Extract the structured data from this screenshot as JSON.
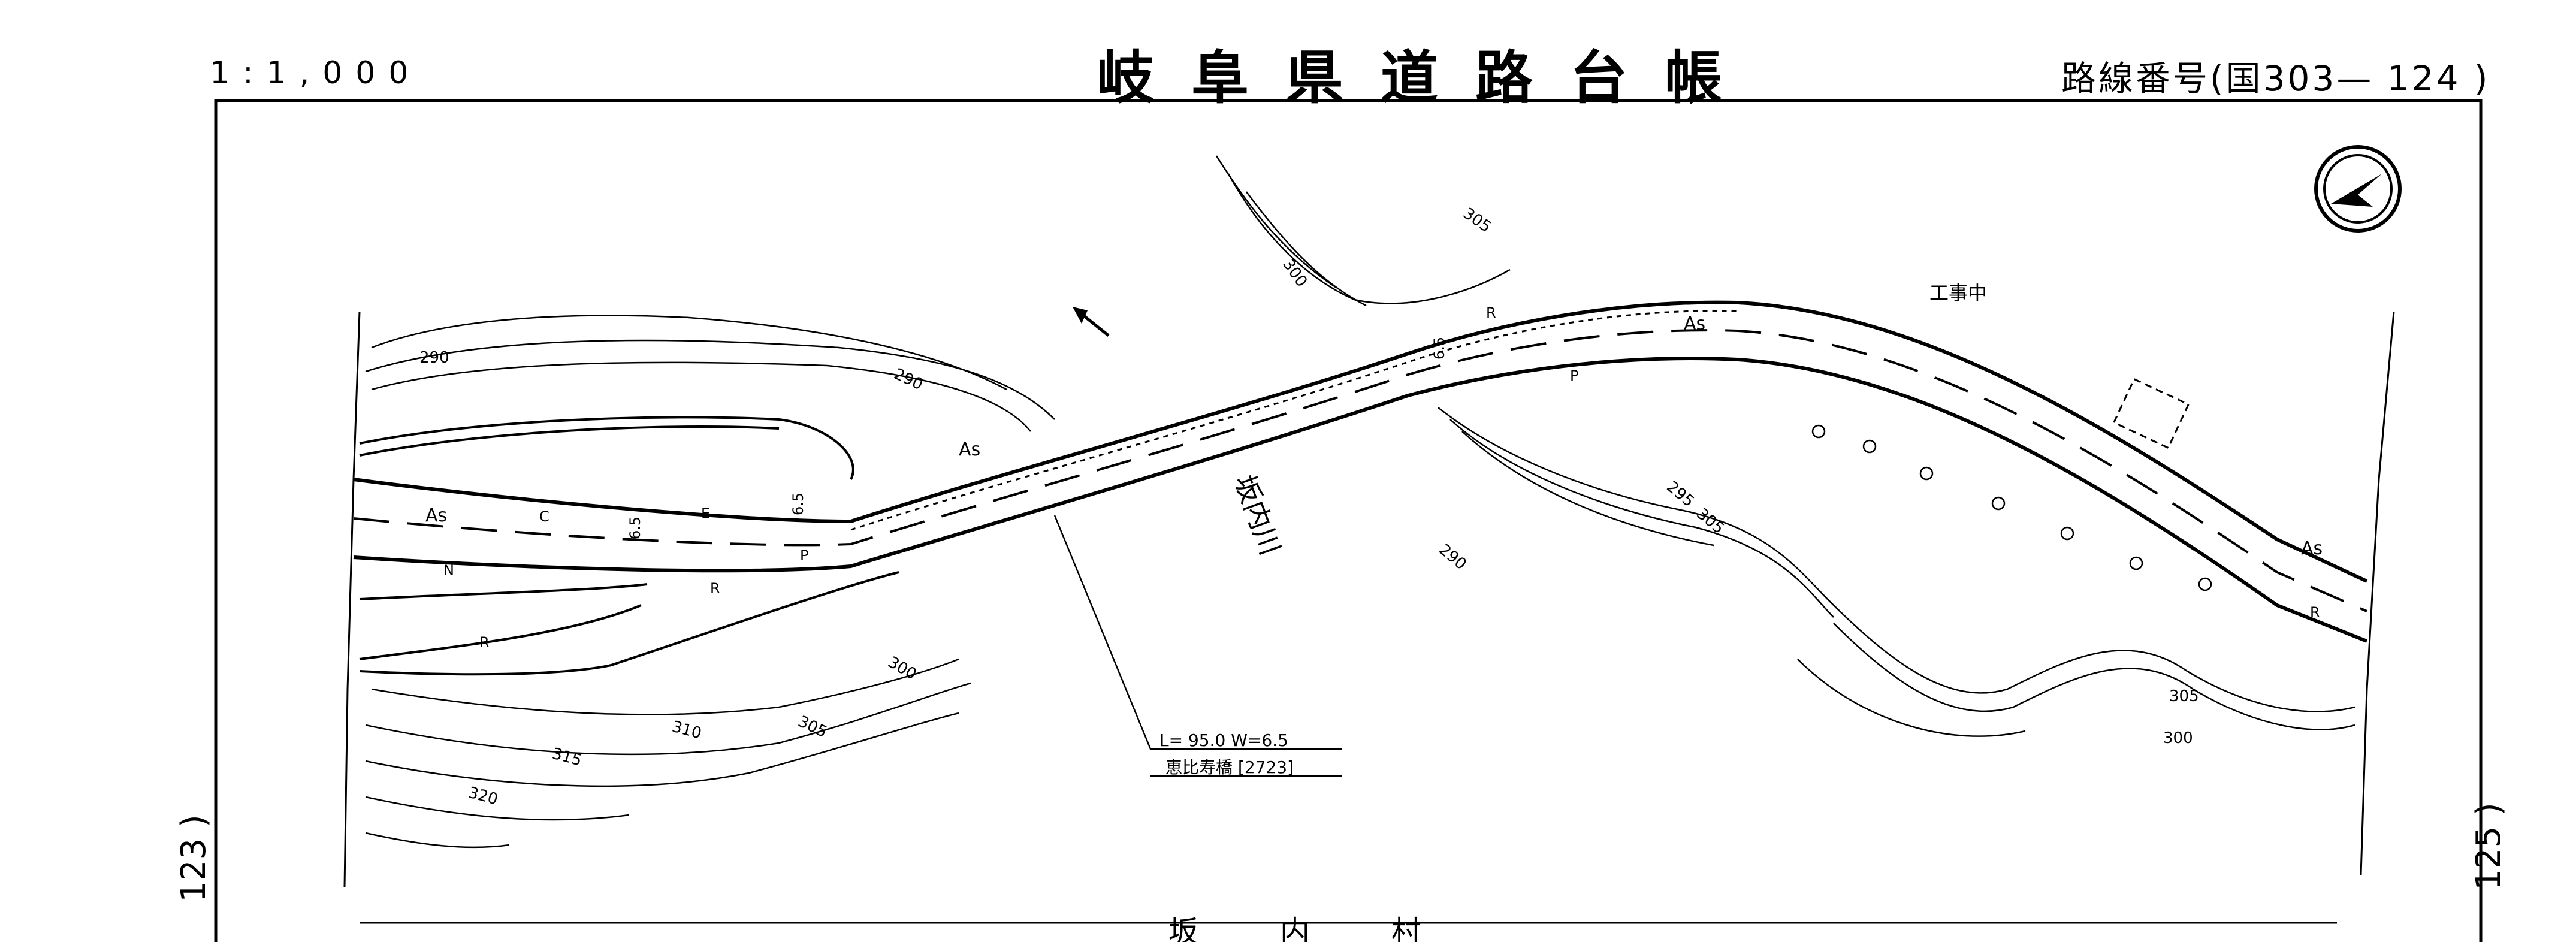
{
  "header": {
    "scale": "1:1,000",
    "title": "岐阜県道路台帳",
    "route_number": "路線番号(国303— 124 )"
  },
  "adjacent_sheets": {
    "previous": "123 )",
    "next": "125 )"
  },
  "map_labels": {
    "construction": "工事中",
    "river": "坂内川",
    "pavement": [
      "As",
      "As",
      "As",
      "As"
    ],
    "bridge_dims": "L= 95.0  W=6.5",
    "bridge_name": "恵比寿橋 [2723]",
    "road_widths": [
      "6.5",
      "6.5",
      "6.5"
    ],
    "contours": [
      "290",
      "290",
      "290",
      "295",
      "300",
      "300",
      "305",
      "305",
      "305",
      "310",
      "315",
      "320",
      "300",
      "305"
    ],
    "markers": [
      "P",
      "P",
      "R",
      "R",
      "R",
      "R",
      "C",
      "E",
      "N"
    ]
  },
  "bottom_partial_text": "坂 内 村",
  "colors": {
    "ink": "#000000",
    "paper": "#ffffff"
  }
}
